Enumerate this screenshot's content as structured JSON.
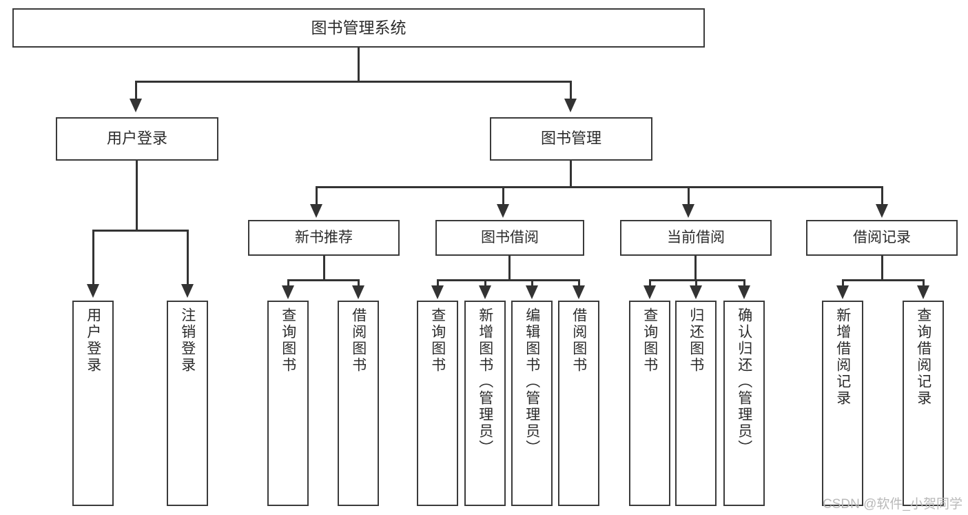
{
  "diagram": {
    "type": "tree",
    "title": "图书管理系统",
    "root": {
      "id": "root",
      "label": "图书管理系统"
    },
    "level2": [
      {
        "id": "user-login",
        "label": "用户登录"
      },
      {
        "id": "book-manage",
        "label": "图书管理"
      }
    ],
    "level3": [
      {
        "id": "new-book-recommend",
        "label": "新书推荐",
        "parent": "book-manage"
      },
      {
        "id": "book-borrow",
        "label": "图书借阅",
        "parent": "book-manage"
      },
      {
        "id": "current-borrow",
        "label": "当前借阅",
        "parent": "book-manage"
      },
      {
        "id": "borrow-record",
        "label": "借阅记录",
        "parent": "book-manage"
      }
    ],
    "leaves": [
      {
        "id": "leaf-user-login",
        "label": "用户登录",
        "parent": "user-login"
      },
      {
        "id": "leaf-logout",
        "label": "注销登录",
        "parent": "user-login"
      },
      {
        "id": "leaf-query-book-1",
        "label": "查询图书",
        "parent": "new-book-recommend"
      },
      {
        "id": "leaf-borrow-book-1",
        "label": "借阅图书",
        "parent": "new-book-recommend"
      },
      {
        "id": "leaf-query-book-2",
        "label": "查询图书",
        "parent": "book-borrow"
      },
      {
        "id": "leaf-add-book",
        "label": "新增图书（管理员）",
        "parent": "book-borrow"
      },
      {
        "id": "leaf-edit-book",
        "label": "编辑图书（管理员）",
        "parent": "book-borrow"
      },
      {
        "id": "leaf-borrow-book-2",
        "label": "借阅图书",
        "parent": "book-borrow"
      },
      {
        "id": "leaf-query-book-3",
        "label": "查询图书",
        "parent": "current-borrow"
      },
      {
        "id": "leaf-return-book",
        "label": "归还图书",
        "parent": "current-borrow"
      },
      {
        "id": "leaf-confirm-return",
        "label": "确认归还（管理员）",
        "parent": "current-borrow"
      },
      {
        "id": "leaf-add-record",
        "label": "新增借阅记录",
        "parent": "borrow-record"
      },
      {
        "id": "leaf-query-record",
        "label": "查询借阅记录",
        "parent": "borrow-record"
      }
    ],
    "colors": {
      "box_border": "#3a3a3a",
      "connector": "#333333",
      "text": "#2b2b2b",
      "background": "#ffffff",
      "watermark": "#b9b9b9"
    }
  },
  "watermark": {
    "text": "CSDN @软件_小贺同学"
  }
}
